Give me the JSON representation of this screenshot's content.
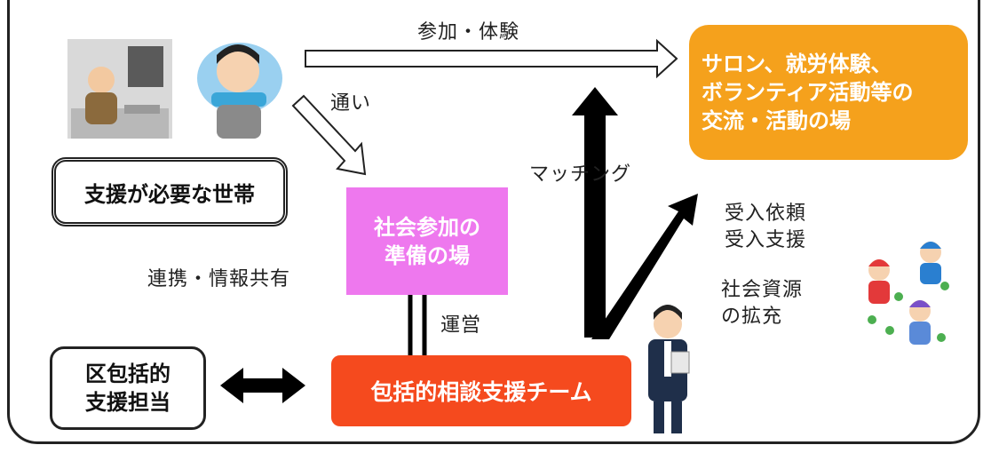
{
  "arrows": {
    "participate": "参加・体験",
    "commute": "通い",
    "matching": "マッチング",
    "coordination": "連携・情報共有",
    "operation": "運営",
    "acceptance": "受入依頼\n受入支援",
    "resources": "社会資源\nの拡充"
  },
  "boxes": {
    "activity_place": "サロン、就労体験、\nボランティア活動等の\n交流・活動の場",
    "preparation_place": "社会参加の\n準備の場",
    "team": "包括的相談支援チーム",
    "household": "支援が必要な世帯",
    "ward": "区包括的\n支援担当"
  },
  "colors": {
    "orange": "#f5a11c",
    "pink": "#ee78ee",
    "red": "#f54a1e"
  },
  "icons": [
    "elderly-person-icon",
    "worried-person-icon",
    "staff-person-icon",
    "volunteers-icon"
  ]
}
